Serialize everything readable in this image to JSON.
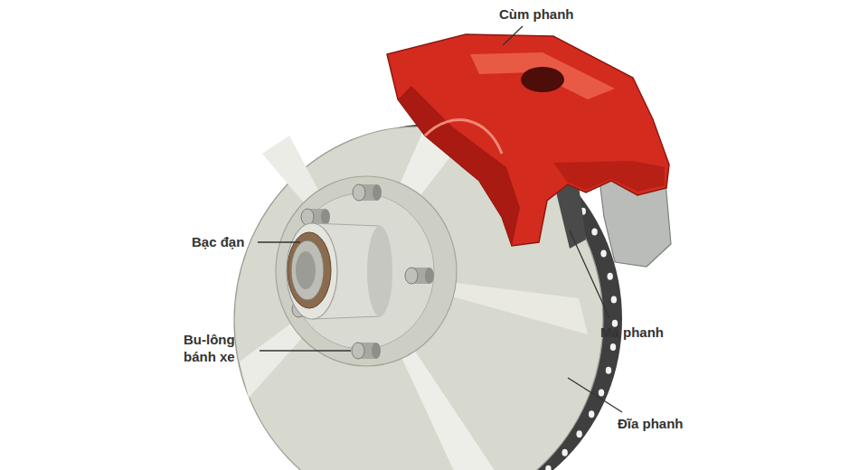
{
  "diagram": {
    "labels": [
      "Cùm phanh",
      "Bạc đạn",
      "Bu-lông bánh xe",
      "Má phanh",
      "Đĩa phanh"
    ]
  }
}
